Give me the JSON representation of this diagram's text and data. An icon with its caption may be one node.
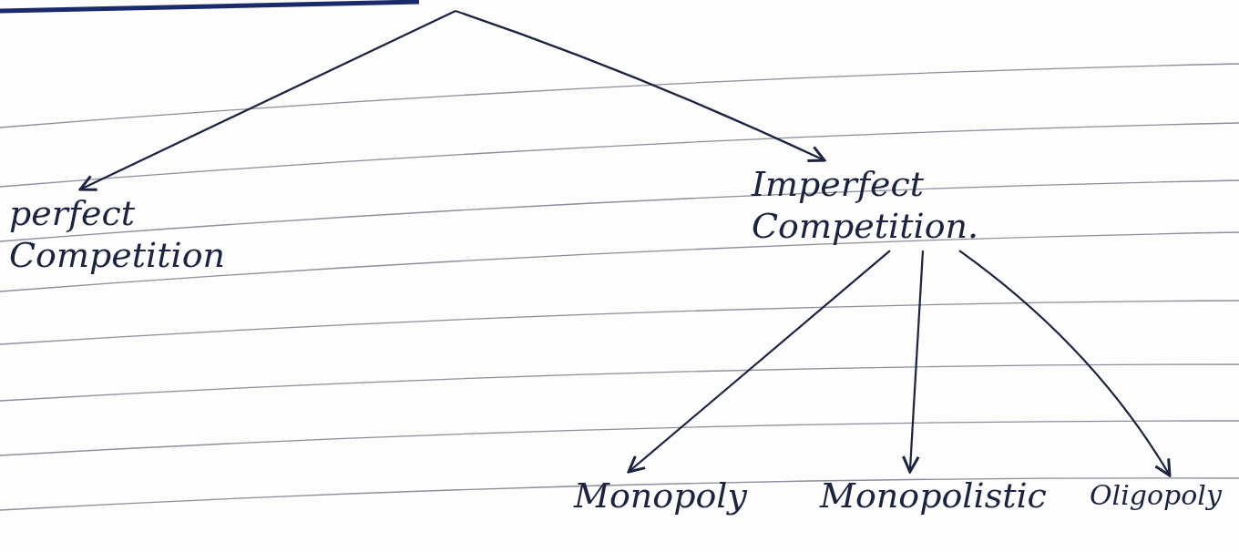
{
  "diagram": {
    "nodes": [
      {
        "text": [
          "perfect Competition"
        ]
      },
      {
        "text": [
          "Imperfect Competition."
        ]
      },
      {
        "text": [
          "Monopoly"
        ]
      },
      {
        "text": [
          "Monopolistic"
        ]
      },
      {
        "text": [
          "Oligopoly"
        ]
      }
    ],
    "edges": [
      {
        "from": null,
        "to": 0,
        "arrow": "to"
      },
      {
        "from": null,
        "to": 1,
        "arrow": "to"
      },
      {
        "from": 1,
        "to": 2,
        "arrow": "to"
      },
      {
        "from": 1,
        "to": 3,
        "arrow": "to"
      },
      {
        "from": 1,
        "to": 4,
        "arrow": "to"
      }
    ]
  }
}
